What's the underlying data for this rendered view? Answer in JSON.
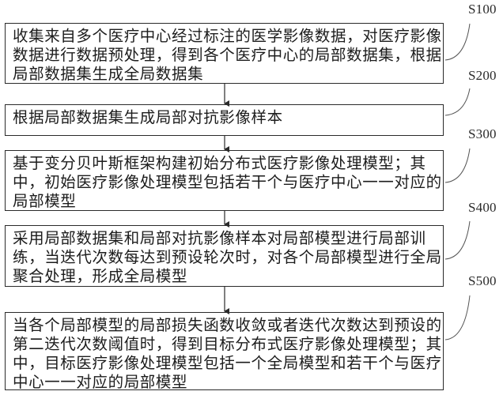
{
  "diagram": {
    "type": "flowchart",
    "direction": "top-to-bottom",
    "colors": {
      "stroke": "#2a2a2a",
      "text": "#1c1c1c",
      "background": "#ffffff"
    },
    "steps": [
      {
        "id": "S100",
        "label": "S100",
        "text": "收集来自多个医疗中心经过标注的医学影像数据，对医疗影像数据进行数据预处理，得到各个医疗中心的局部数据集，根据局部数据集生成全局数据集"
      },
      {
        "id": "S200",
        "label": "S200",
        "text": "根据局部数据集生成局部对抗影像样本"
      },
      {
        "id": "S300",
        "label": "S300",
        "text": "基于变分贝叶斯框架构建初始分布式医疗影像处理模型；其中，初始医疗影像处理模型包括若干个与医疗中心一一对应的局部模型"
      },
      {
        "id": "S400",
        "label": "S400",
        "text": "采用局部数据集和局部对抗影像样本对局部模型进行局部训练，当迭代次数每达到预设轮次时，对各个局部模型进行全局聚合处理，形成全局模型"
      },
      {
        "id": "S500",
        "label": "S500",
        "text": "当各个局部模型的局部损失函数收敛或者迭代次数达到预设的第二迭代次数阈值时，得到目标分布式医疗影像处理模型；其中，目标医疗影像处理模型包括一个全局模型和若干个与医疗中心一一对应的局部模型"
      }
    ],
    "edges": [
      {
        "from": "S100",
        "to": "S200"
      },
      {
        "from": "S200",
        "to": "S300"
      },
      {
        "from": "S300",
        "to": "S400"
      },
      {
        "from": "S400",
        "to": "S500"
      }
    ]
  }
}
